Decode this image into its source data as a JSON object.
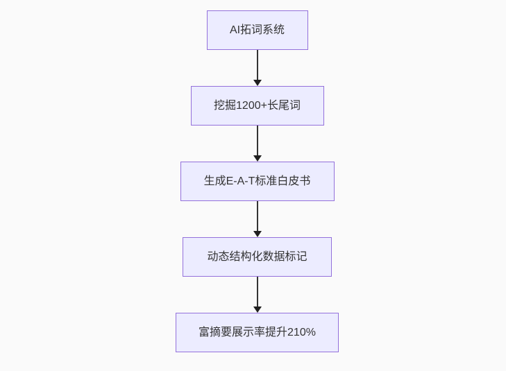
{
  "diagram": {
    "type": "flowchart",
    "direction": "top-down",
    "nodes": [
      {
        "id": "A",
        "label": "AI拓词系统"
      },
      {
        "id": "B",
        "label": "挖掘1200+长尾词"
      },
      {
        "id": "C",
        "label": "生成E-A-T标准白皮书"
      },
      {
        "id": "D",
        "label": "动态结构化数据标记"
      },
      {
        "id": "E",
        "label": "富摘要展示率提升210%"
      }
    ],
    "edges": [
      {
        "from": "A",
        "to": "B",
        "style": "arrow-down"
      },
      {
        "from": "B",
        "to": "C",
        "style": "arrow-down"
      },
      {
        "from": "C",
        "to": "D",
        "style": "arrow-down"
      },
      {
        "from": "D",
        "to": "E",
        "style": "arrow-down"
      }
    ],
    "colors": {
      "node_fill": "#ececff",
      "node_border": "#9370db",
      "node_text": "#333333",
      "arrow_line": "#333333",
      "arrowhead": "#1f1f1f",
      "background": "#fafafa"
    }
  }
}
